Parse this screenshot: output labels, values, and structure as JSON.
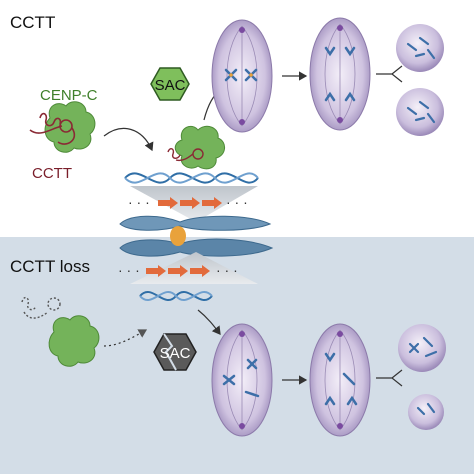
{
  "top_panel": {
    "title": "CCTT",
    "protein_label": "CENP-C",
    "rna_label": "CCTT",
    "checkpoint_label": "SAC"
  },
  "bottom_panel": {
    "title": "CCTT loss",
    "checkpoint_label": "SAC"
  },
  "colors": {
    "top_bg": "#ffffff",
    "bottom_bg": "#d3dde7",
    "protein_green": "#74b35a",
    "protein_label": "#3f7f2a",
    "rna_label": "#7a1e2a",
    "rna_strand": "#8a2a35",
    "sac_active": "#7fbf5c",
    "sac_inactive": "#5a5a5a",
    "spindle_cell": "#c7bcd9",
    "chromosome_blue": "#3d6fa8",
    "chromosome_orange": "#e9a23b",
    "dna_blue": "#2f6ea6",
    "arrow_orange": "#e26a3b"
  },
  "icons": [
    "protein-icon",
    "rna-icon",
    "sac-hexagon-icon",
    "broken-sac-hexagon-icon",
    "dna-helix-icon",
    "chromosome-icon",
    "spindle-cell-icon",
    "arrow-icon"
  ]
}
